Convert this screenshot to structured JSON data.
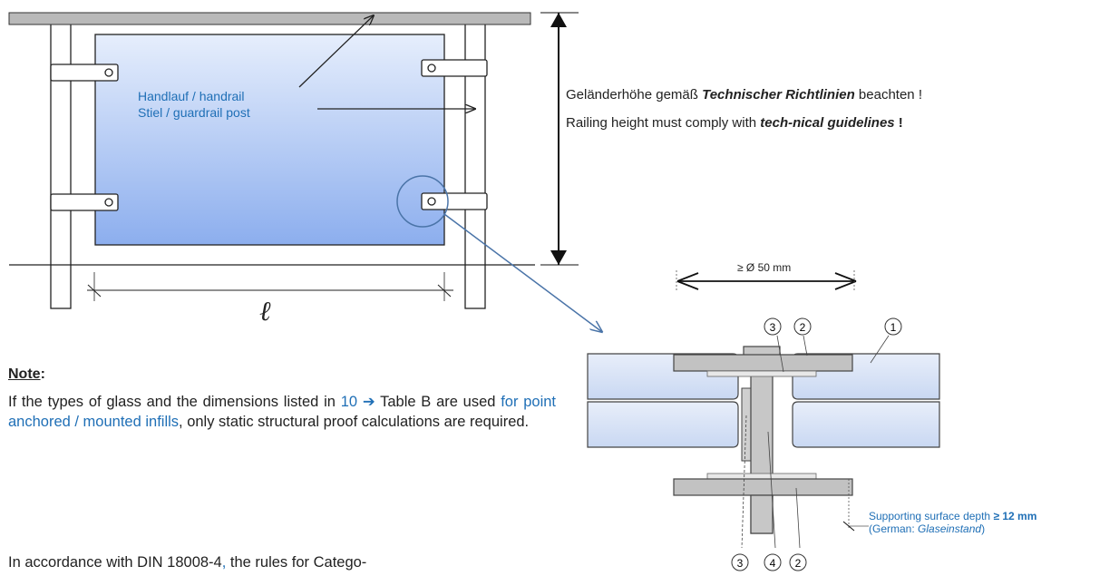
{
  "labels": {
    "handrail": "Handlauf / handrail",
    "guardrail_post": "Stiel / guardrail post",
    "length_symbol": "ℓ"
  },
  "height_note": {
    "de_prefix": "Geländerhöhe gemäß ",
    "de_bold": "Technischer Richtlinien",
    "de_suffix": " beachten !",
    "en_prefix": "Railing height must comply with ",
    "en_bold": "tech-nical guidelines",
    "en_suffix": " !"
  },
  "note": {
    "title": "Note",
    "colon": ":",
    "line_prefix": "If the types of glass and the dimensions listed in ",
    "ref_number": "10",
    "ref_arrow": "➔",
    "line_mid": " Table B are used ",
    "line_blue": "for point anchored / mounted infills",
    "line_suffix": ", only static structural proof calculations are required."
  },
  "bottom": {
    "prefix": "In accordance with DIN 18008-4",
    "comma": ",",
    "suffix": " the rules for Catego-"
  },
  "detail": {
    "dimension": "≥ Ø 50 mm",
    "markers": {
      "m1": "1",
      "m2": "2",
      "m3": "3",
      "m4": "4"
    },
    "support_prefix": "Supporting surface depth ",
    "support_value": "≥ 12 mm",
    "support_de_prefix": "(German: ",
    "support_de_term": "Glaseinstand",
    "support_de_suffix": ")"
  },
  "colors": {
    "glass_top": "#e4edfb",
    "glass_bottom": "#8fb0ee",
    "accent_blue": "#1f6fb6",
    "steel": "#c8c8c8"
  }
}
